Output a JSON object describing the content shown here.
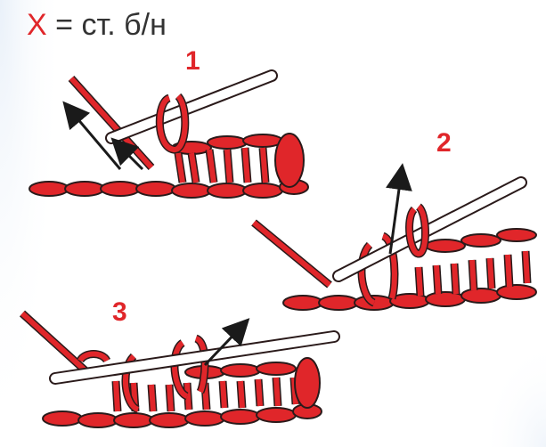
{
  "legend": {
    "symbol": "X",
    "equals": "=",
    "text": "ст. б/н"
  },
  "steps": [
    {
      "number": "1"
    },
    {
      "number": "2"
    },
    {
      "number": "3"
    }
  ],
  "colors": {
    "yarn": "#e0262a",
    "yarn_outline": "#2a1a1a",
    "hook": "#ffffff",
    "arrow": "#1a1a1a",
    "label_red": "#e0262a"
  },
  "icons": [
    "crochet-hook-icon",
    "arrow-icon"
  ]
}
